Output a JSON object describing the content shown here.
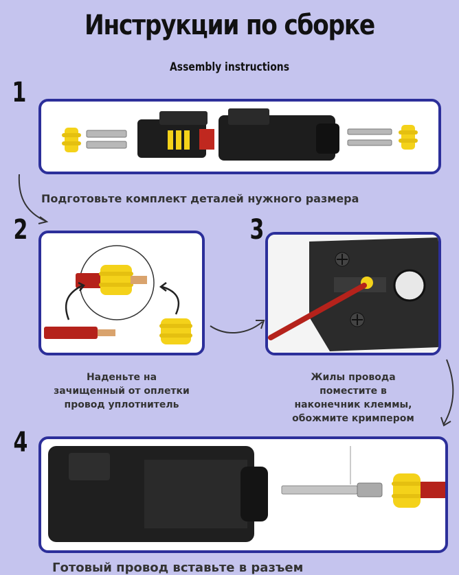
{
  "header": {
    "title": "Инструкции по сборке",
    "subtitle": "Assembly instructions"
  },
  "steps": [
    {
      "number": "1",
      "caption": "Подготовьте комплект деталей нужного размера"
    },
    {
      "number": "2",
      "caption_lines": [
        "Наденьте на",
        "зачищенный от оплетки",
        "провод уплотнитель"
      ]
    },
    {
      "number": "3",
      "caption_lines": [
        "Жилы провода",
        "поместите в",
        "наконечник клеммы,",
        "обожмите кримпером"
      ]
    },
    {
      "number": "4",
      "caption": "Готовый провод вставьте в разъем"
    }
  ],
  "colors": {
    "background": "#c5c4ee",
    "frame_border": "#2c2f9a",
    "seal_yellow": "#f4d21a",
    "wire_red": "#b5221b"
  }
}
